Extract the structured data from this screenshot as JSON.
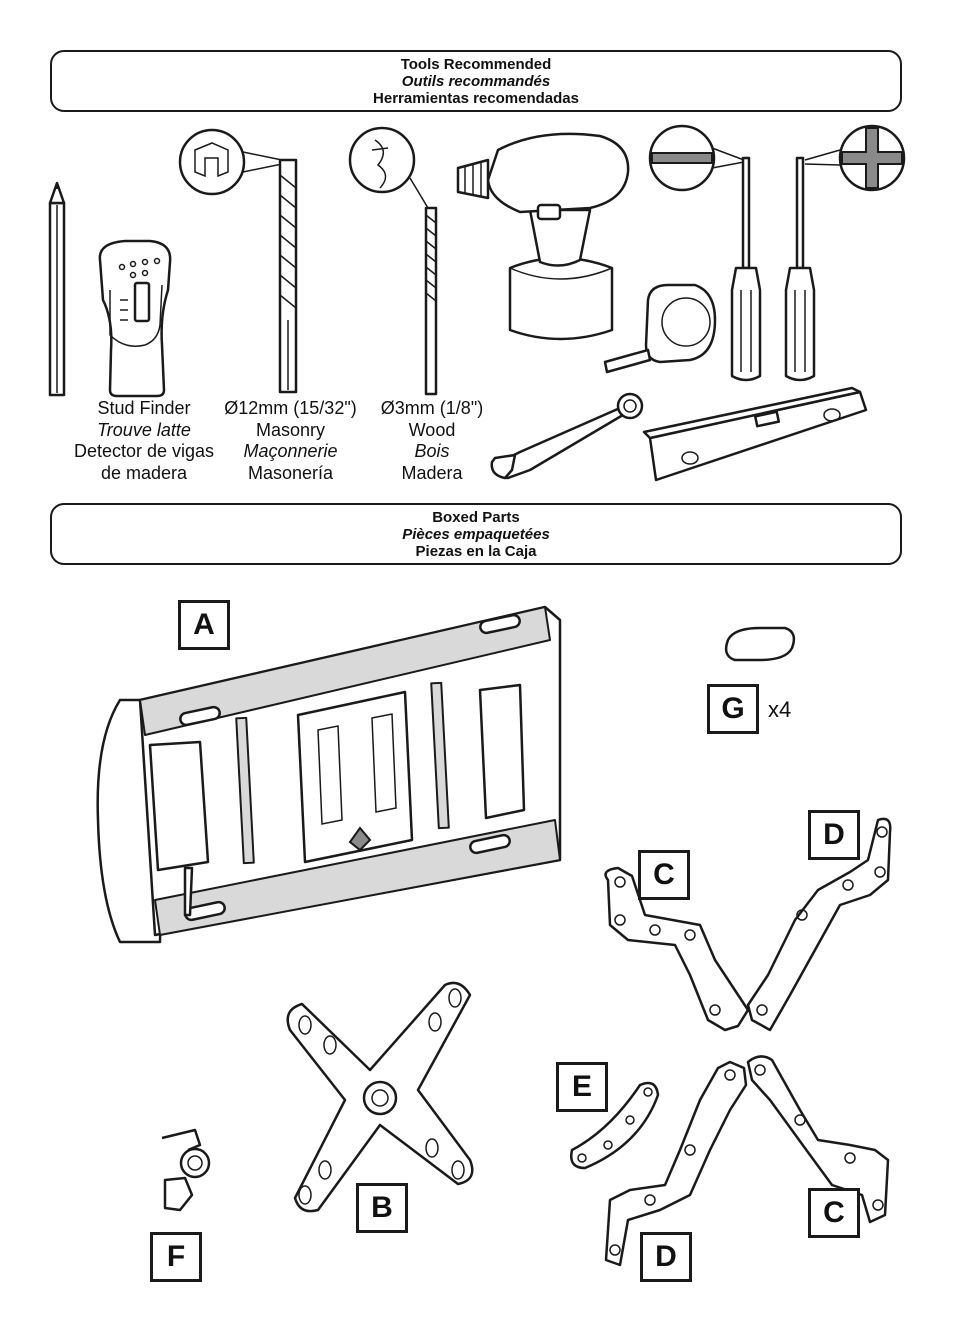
{
  "tools_banner": {
    "line1": "Tools Recommended",
    "line2": "Outils recommandés",
    "line3": "Herramientas recomendadas"
  },
  "tools": {
    "stud_finder": {
      "en": "Stud Finder",
      "fr": "Trouve latte",
      "es1": "Detector de vigas",
      "es2": "de madera"
    },
    "masonry_bit": {
      "size": "Ø12mm (15/32\")",
      "en": "Masonry",
      "fr": "Maçonnerie",
      "es": "Masonería"
    },
    "wood_bit": {
      "size": "Ø3mm (1/8\")",
      "en": "Wood",
      "fr": "Bois",
      "es": "Madera"
    }
  },
  "parts_banner": {
    "line1": "Boxed Parts",
    "line2": "Pièces empaquetées",
    "line3": "Piezas en la Caja"
  },
  "parts": {
    "a": "A",
    "b": "B",
    "c1": "C",
    "c2": "C",
    "d1": "D",
    "d2": "D",
    "e": "E",
    "f": "F",
    "g": "G",
    "g_qty": "x4"
  }
}
